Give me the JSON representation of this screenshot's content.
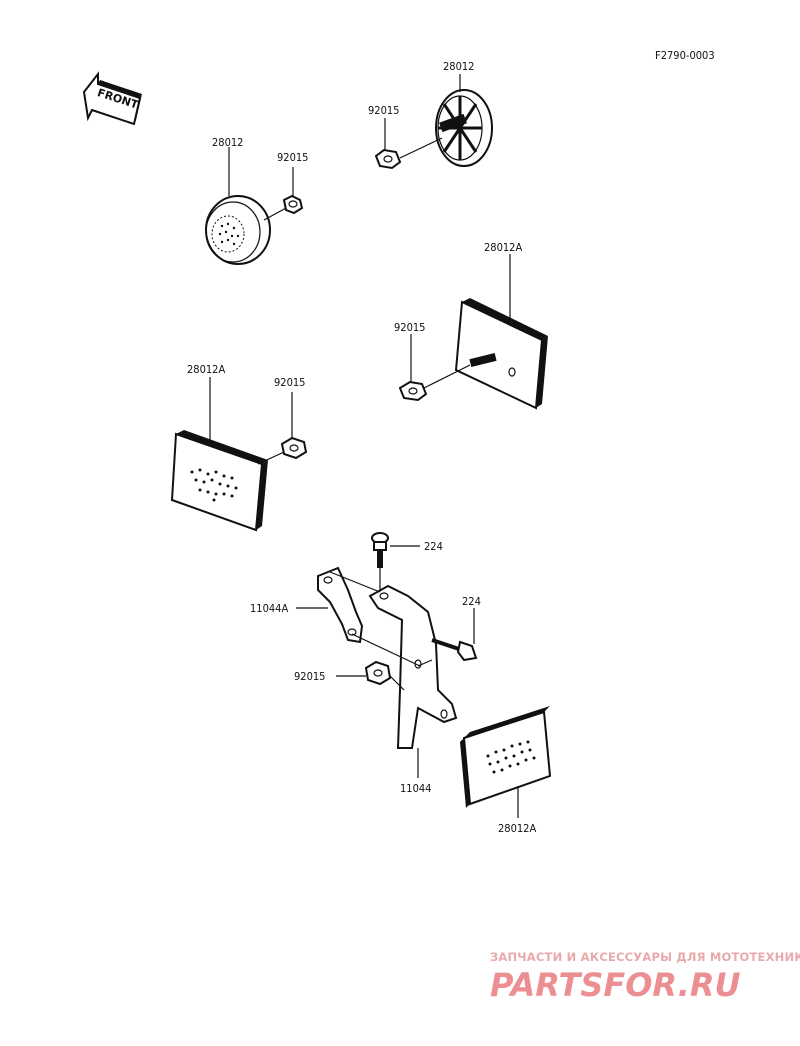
{
  "diagram": {
    "figure_code": "F2790-0003",
    "front_label": "FRONT",
    "callouts": {
      "reflector_round_left": "28012",
      "nut_left_top": "92015",
      "reflector_round_right": "28012",
      "nut_right_top": "92015",
      "reflector_rect_upper": "28012A",
      "nut_mid_right": "92015",
      "reflector_rect_left": "28012A",
      "nut_mid_left": "92015",
      "bolt_top": "224",
      "bolt_right": "224",
      "bracket_small": "11044A",
      "nut_bottom": "92015",
      "bracket_main": "11044",
      "reflector_rect_bottom": "28012A"
    }
  },
  "watermark": {
    "tagline": "ЗАПЧАСТИ И АКСЕССУАРЫ ДЛЯ МОТОТЕХНИКИ",
    "brand": "PARTSFOR.RU"
  }
}
